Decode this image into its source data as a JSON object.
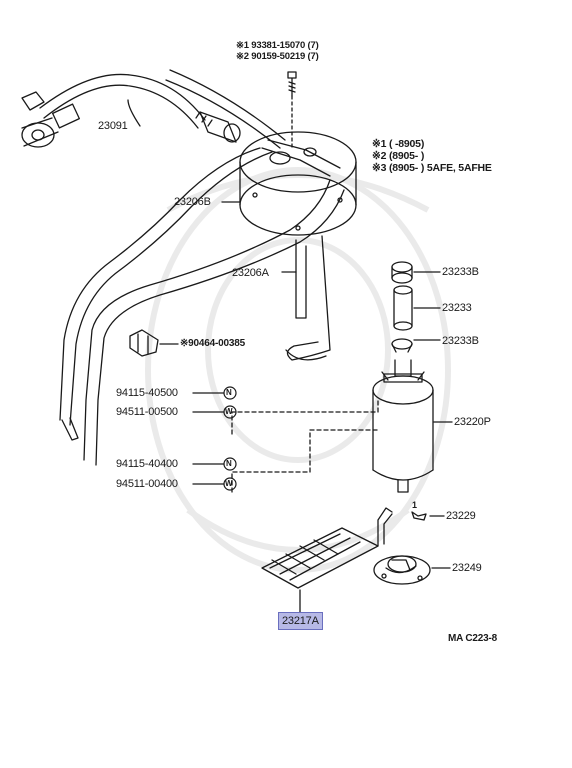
{
  "bolt_notes": {
    "line1": "※1  93381-15070 (7)",
    "line2": "※2  90159-50219 (7)"
  },
  "applicability": {
    "line1": "※1 (         -8905)",
    "line2": "※2 (8905-           )",
    "line3": "※3 (8905-           ) 5AFE, 5AFHE"
  },
  "parts": {
    "p23091": "23091",
    "p23206b": "23206B",
    "p23206a": "23206A",
    "p23233b_top": "23233B",
    "p23233": "23233",
    "p23233b_bottom": "23233B",
    "p90464": "※90464-00385",
    "p94115_40500": "94115-40500",
    "p94511_00500": "94511-00500",
    "p23220p": "23220P",
    "p94115_40400": "94115-40400",
    "p94511_00400": "94511-00400",
    "p23229": "23229",
    "p23249": "23249",
    "p23217a": "23217A"
  },
  "callout_glyphs": {
    "nut": "N",
    "washer": "W"
  },
  "marker_1": "1",
  "diagram_code": "MA C223-8",
  "colors": {
    "highlight": "#b7b9e6",
    "line": "#1a1a1a"
  }
}
